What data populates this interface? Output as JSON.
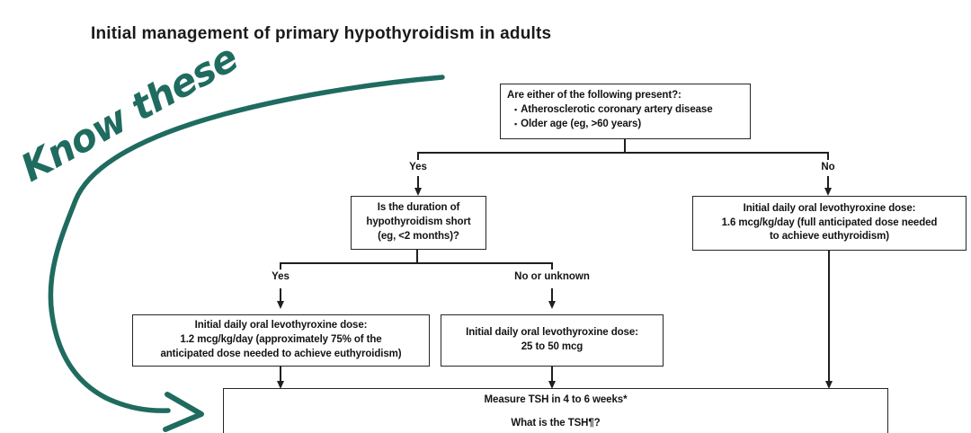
{
  "title": "Initial management of primary hypothyroidism in adults",
  "icons": {
    "bullet": "▪"
  },
  "colors": {
    "annotation": "#1f6b5f",
    "line": "#1f1f1f"
  },
  "annotation": {
    "text": "Know these"
  },
  "flowchart": {
    "root": {
      "question": "Are either of the following present?:",
      "bullets": [
        "Atherosclerotic coronary artery disease",
        "Older age (eg, >60 years)"
      ]
    },
    "labels": {
      "yes_top": "Yes",
      "no_top": "No",
      "yes_mid": "Yes",
      "no_or_unknown": "No or unknown"
    },
    "duration": {
      "lines": [
        "Is the duration of",
        "hypothyroidism short",
        "(eg, <2 months)?"
      ]
    },
    "dose_full": {
      "lines": [
        "Initial daily oral levothyroxine dose:",
        "1.6 mcg/kg/day (full anticipated dose needed",
        "to achieve euthyroidism)"
      ]
    },
    "dose_75": {
      "lines": [
        "Initial daily oral levothyroxine dose:",
        "1.2 mcg/kg/day (approximately 75% of the",
        "anticipated dose needed to achieve euthyroidism)"
      ]
    },
    "dose_low": {
      "lines": [
        "Initial daily oral levothyroxine dose:",
        "25 to 50 mcg"
      ]
    },
    "followup": {
      "line1": "Measure TSH in 4 to 6 weeks*",
      "line2": "What is the TSH¶?"
    }
  }
}
